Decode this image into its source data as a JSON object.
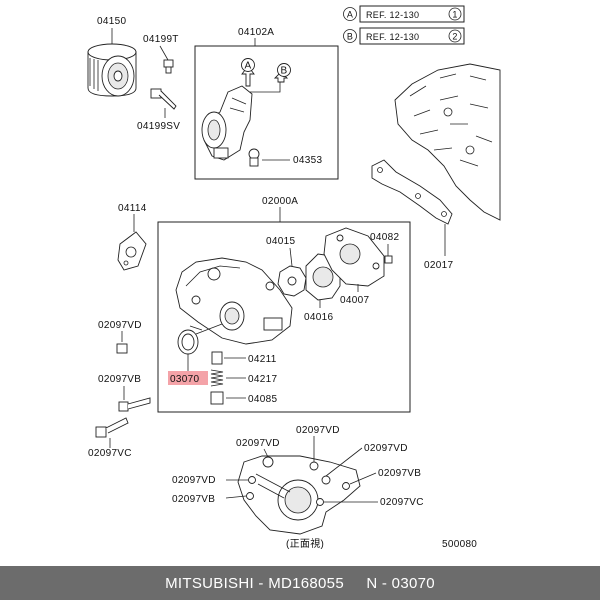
{
  "refs": [
    {
      "letter": "A",
      "text": "REF. 12-130",
      "num": "1"
    },
    {
      "letter": "B",
      "text": "REF. 12-130",
      "num": "2"
    }
  ],
  "labels": {
    "p04150": "04150",
    "p04199T": "04199T",
    "p04199SV": "04199SV",
    "p04102A": "04102A",
    "p04353": "04353",
    "p02000A": "02000A",
    "p04114": "04114",
    "p04015": "04015",
    "p04082": "04082",
    "p02017": "02017",
    "p04007": "04007",
    "p04016": "04016",
    "p02097VD_a": "02097VD",
    "p04211": "04211",
    "p02097VB_a": "02097VB",
    "p03070": "03070",
    "p04217": "04217",
    "p04085": "04085",
    "p02097VC_a": "02097VC",
    "bot_vd1": "02097VD",
    "bot_vd2": "02097VD",
    "bot_vd3": "02097VD",
    "bot_vd4": "02097VD",
    "bot_vb1": "02097VB",
    "bot_vb2": "02097VB",
    "bot_vc": "02097VC",
    "front_view": "(正面視)",
    "diagram_no": "500080",
    "arrow_a": "A",
    "arrow_b": "B"
  },
  "highlight_color": "#f4a3a8",
  "footer": {
    "brand": "MITSUBISHI",
    "part_number": "MD168055",
    "ref": "N - 03070"
  }
}
